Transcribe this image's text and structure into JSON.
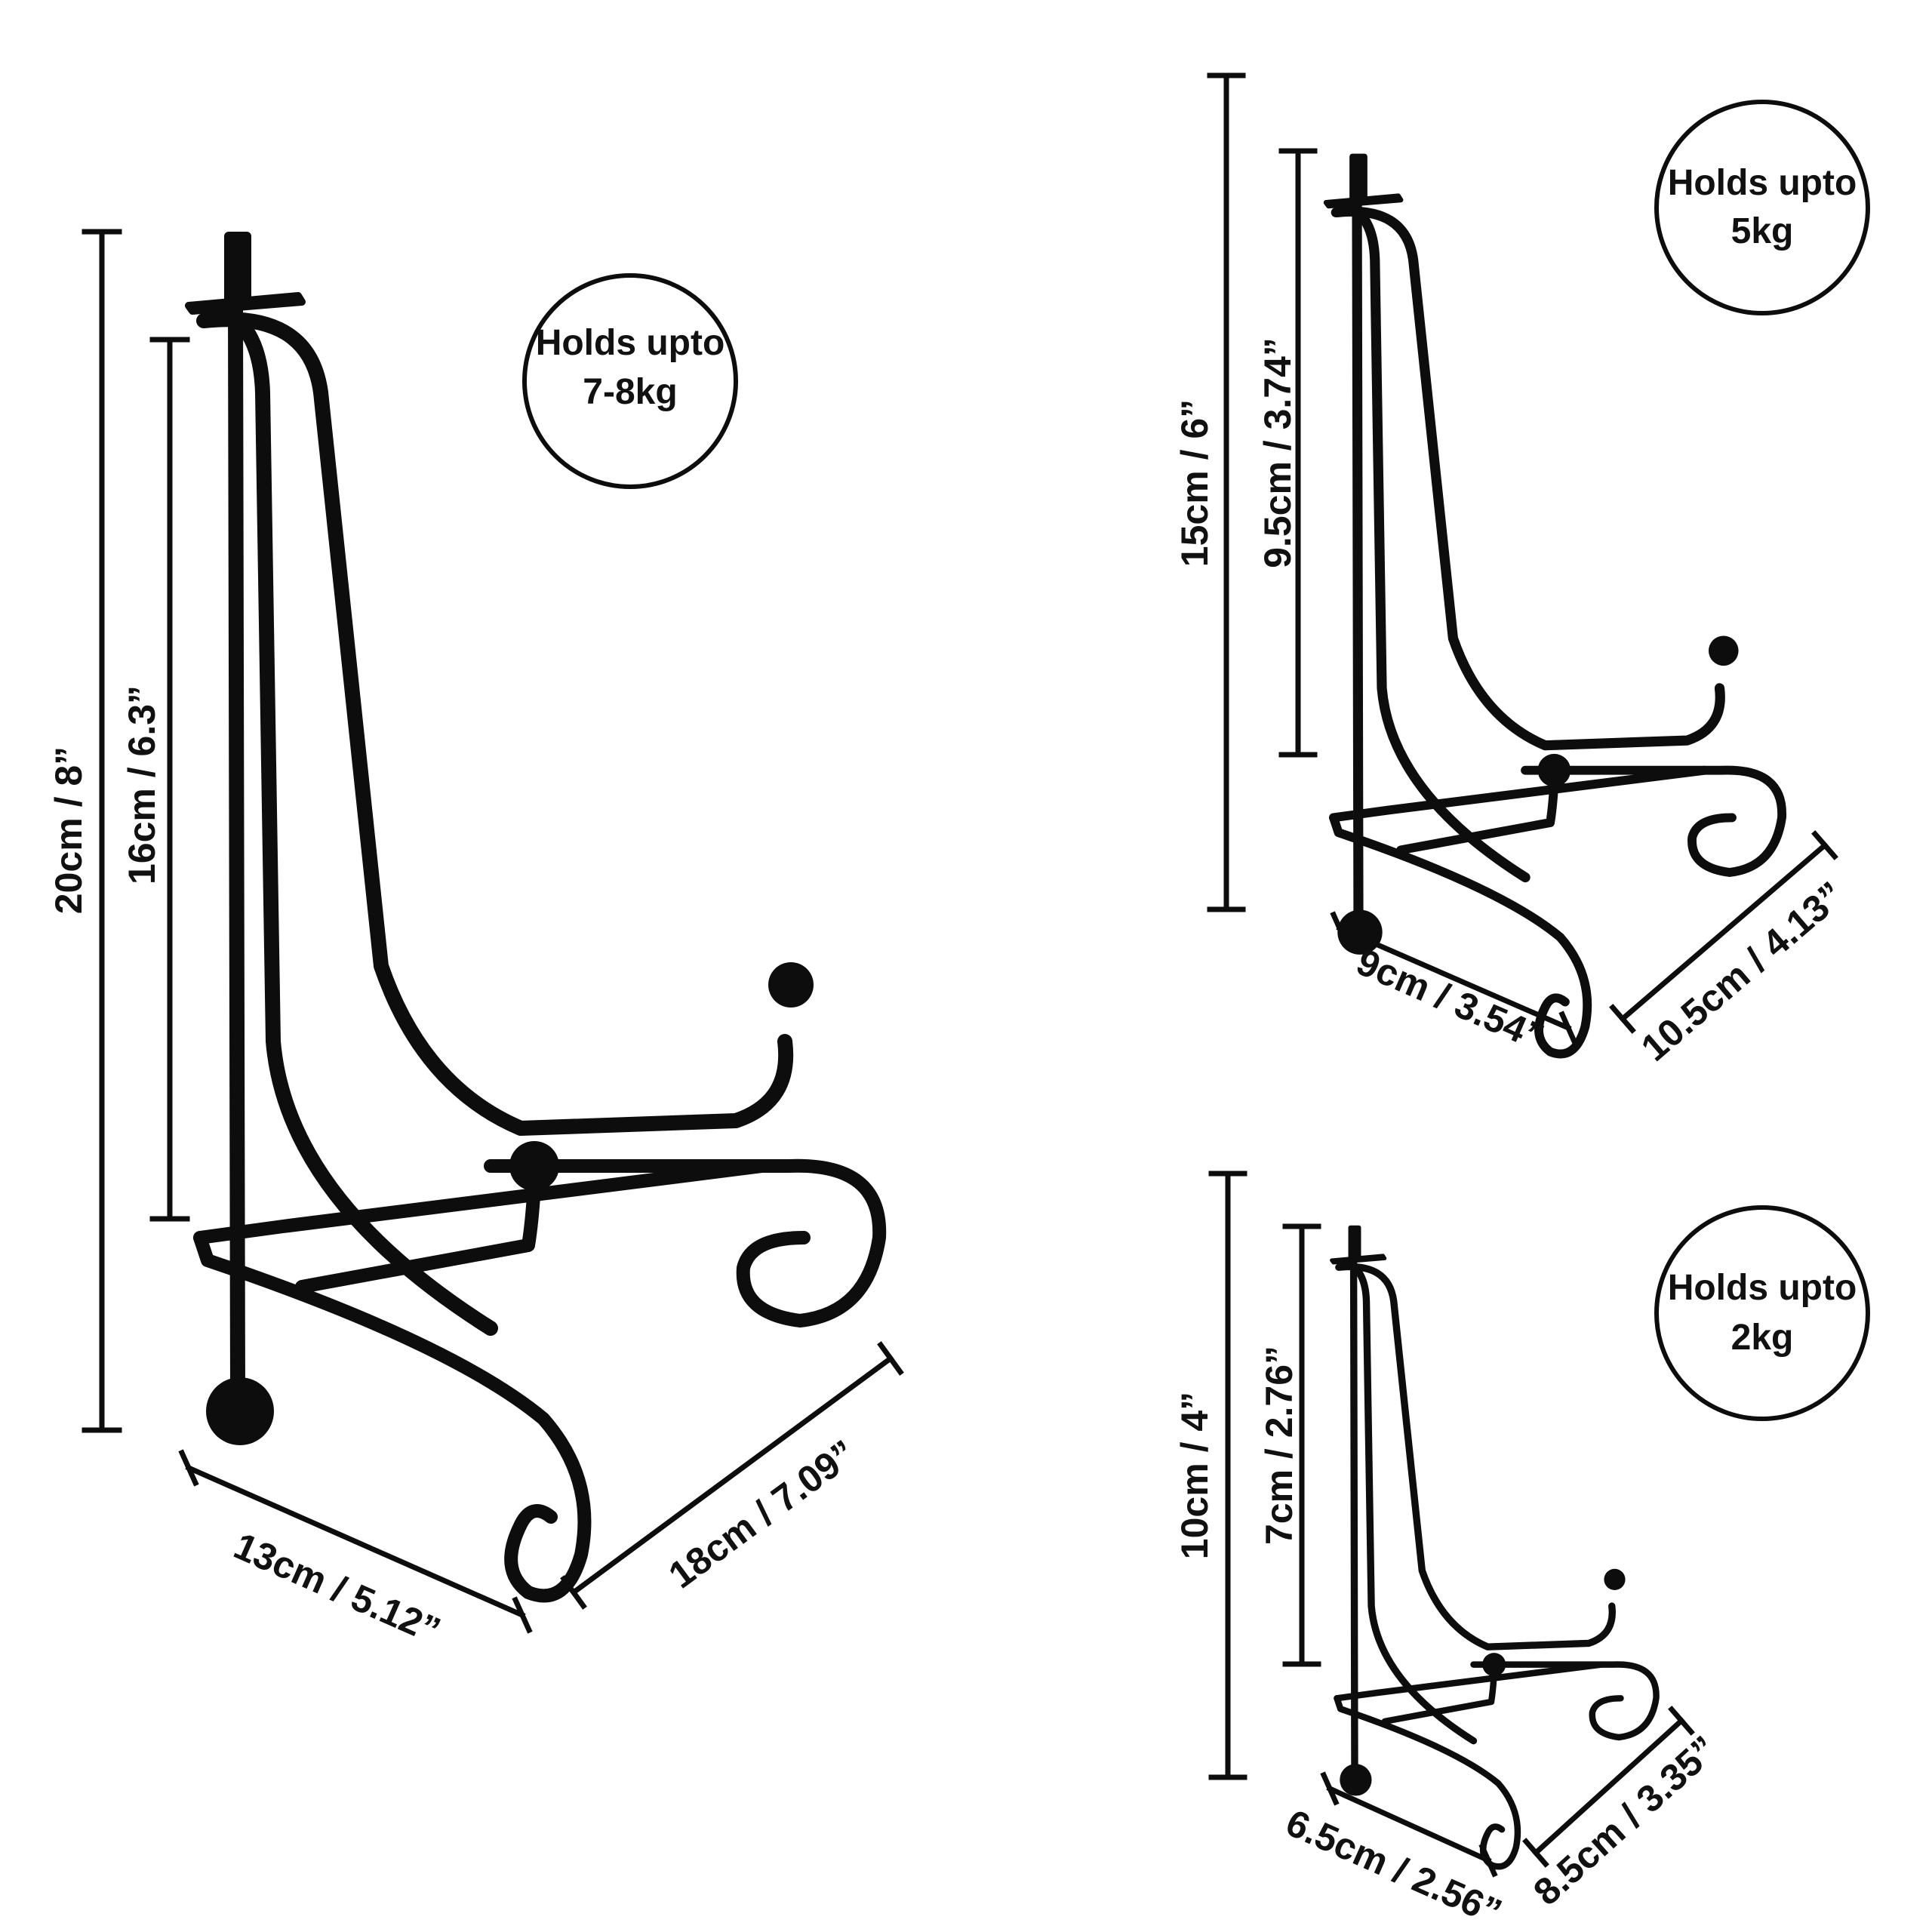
{
  "large_stand": {
    "overall_height": "20cm / 8”",
    "support_height": "16cm / 6.3”",
    "base_width": "13cm / 5.12”",
    "base_depth": "18cm / 7.09”",
    "capacity_line1": "Holds upto",
    "capacity_line2": "7-8kg"
  },
  "medium_stand": {
    "overall_height": "15cm / 6”",
    "support_height": "9.5cm / 3.74”",
    "base_width": "9cm / 3.54”",
    "base_depth": "10.5cm / 4.13”",
    "capacity_line1": "Holds upto",
    "capacity_line2": "5kg"
  },
  "small_stand": {
    "overall_height": "10cm / 4”",
    "support_height": "7cm / 2.76”",
    "base_width": "6.5cm / 2.56”",
    "base_depth": "8.5cm / 3.35”",
    "capacity_line1": "Holds upto",
    "capacity_line2": "2kg"
  },
  "colors": {
    "ink": "#0d0d0d",
    "background": "#ffffff"
  }
}
